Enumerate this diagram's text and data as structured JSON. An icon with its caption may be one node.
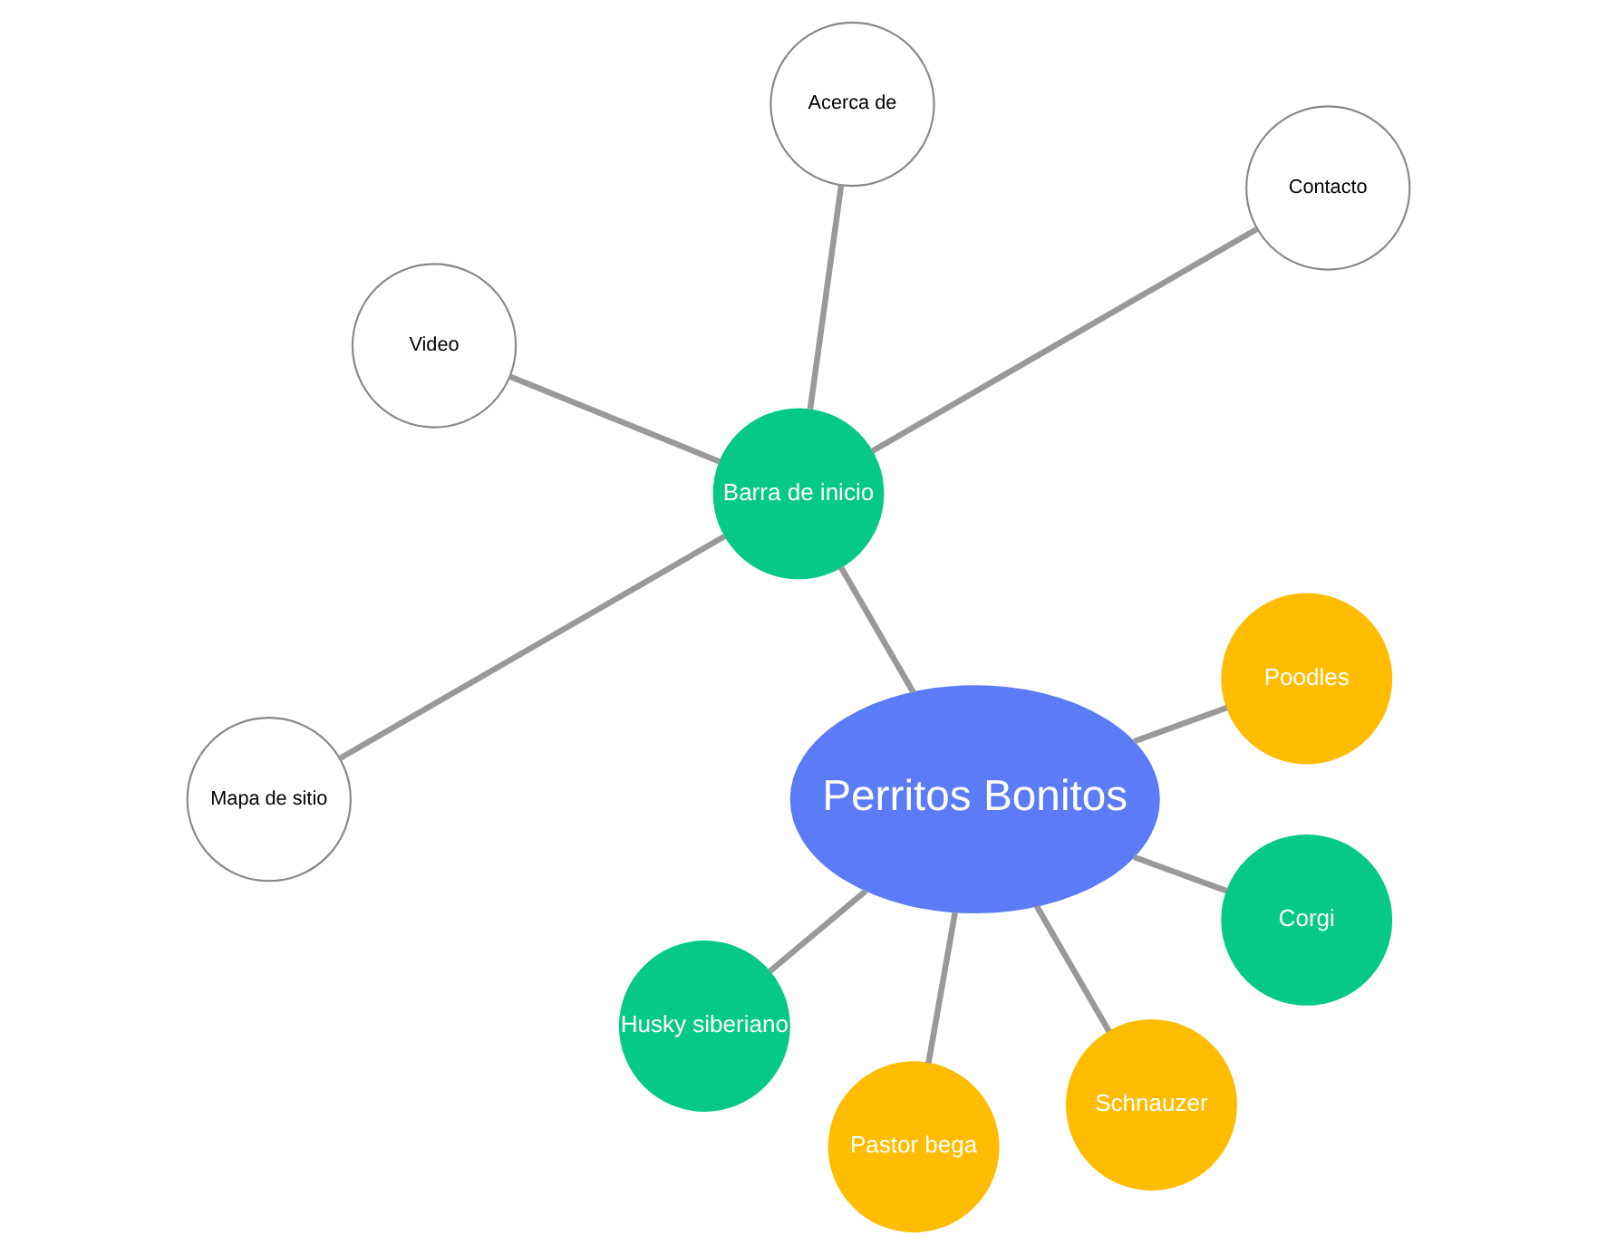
{
  "diagram": {
    "nodes": [
      {
        "text": [
          "Contacto"
        ]
      },
      {
        "text": [
          "Acerca de"
        ]
      },
      {
        "text": [
          "Poodles"
        ]
      },
      {
        "text": [
          "Barra de inicio"
        ]
      },
      {
        "text": [
          "Video"
        ]
      },
      {
        "text": [
          "Husky siberiano"
        ]
      },
      {
        "text": [
          "Mapa de sitio"
        ]
      },
      {
        "text": [
          "Perritos Bonitos"
        ]
      },
      {
        "text": [
          "Pastor bega"
        ]
      },
      {
        "text": [
          "Schnauzer"
        ]
      },
      {
        "text": [
          "Corgi"
        ]
      }
    ],
    "edges": [
      {
        "from": 7,
        "to": 2,
        "arrow": "none"
      },
      {
        "from": 7,
        "to": 5,
        "arrow": "none"
      },
      {
        "from": 7,
        "to": 8,
        "arrow": "none"
      },
      {
        "from": 7,
        "to": 10,
        "arrow": "none"
      },
      {
        "from": 7,
        "to": 9,
        "arrow": "none"
      },
      {
        "from": 7,
        "to": 3,
        "arrow": "none"
      },
      {
        "from": 3,
        "to": 0,
        "arrow": "none"
      },
      {
        "from": 3,
        "to": 1,
        "arrow": "none"
      },
      {
        "from": 3,
        "to": 4,
        "arrow": "none"
      },
      {
        "from": 3,
        "to": 6,
        "arrow": "none"
      }
    ]
  }
}
